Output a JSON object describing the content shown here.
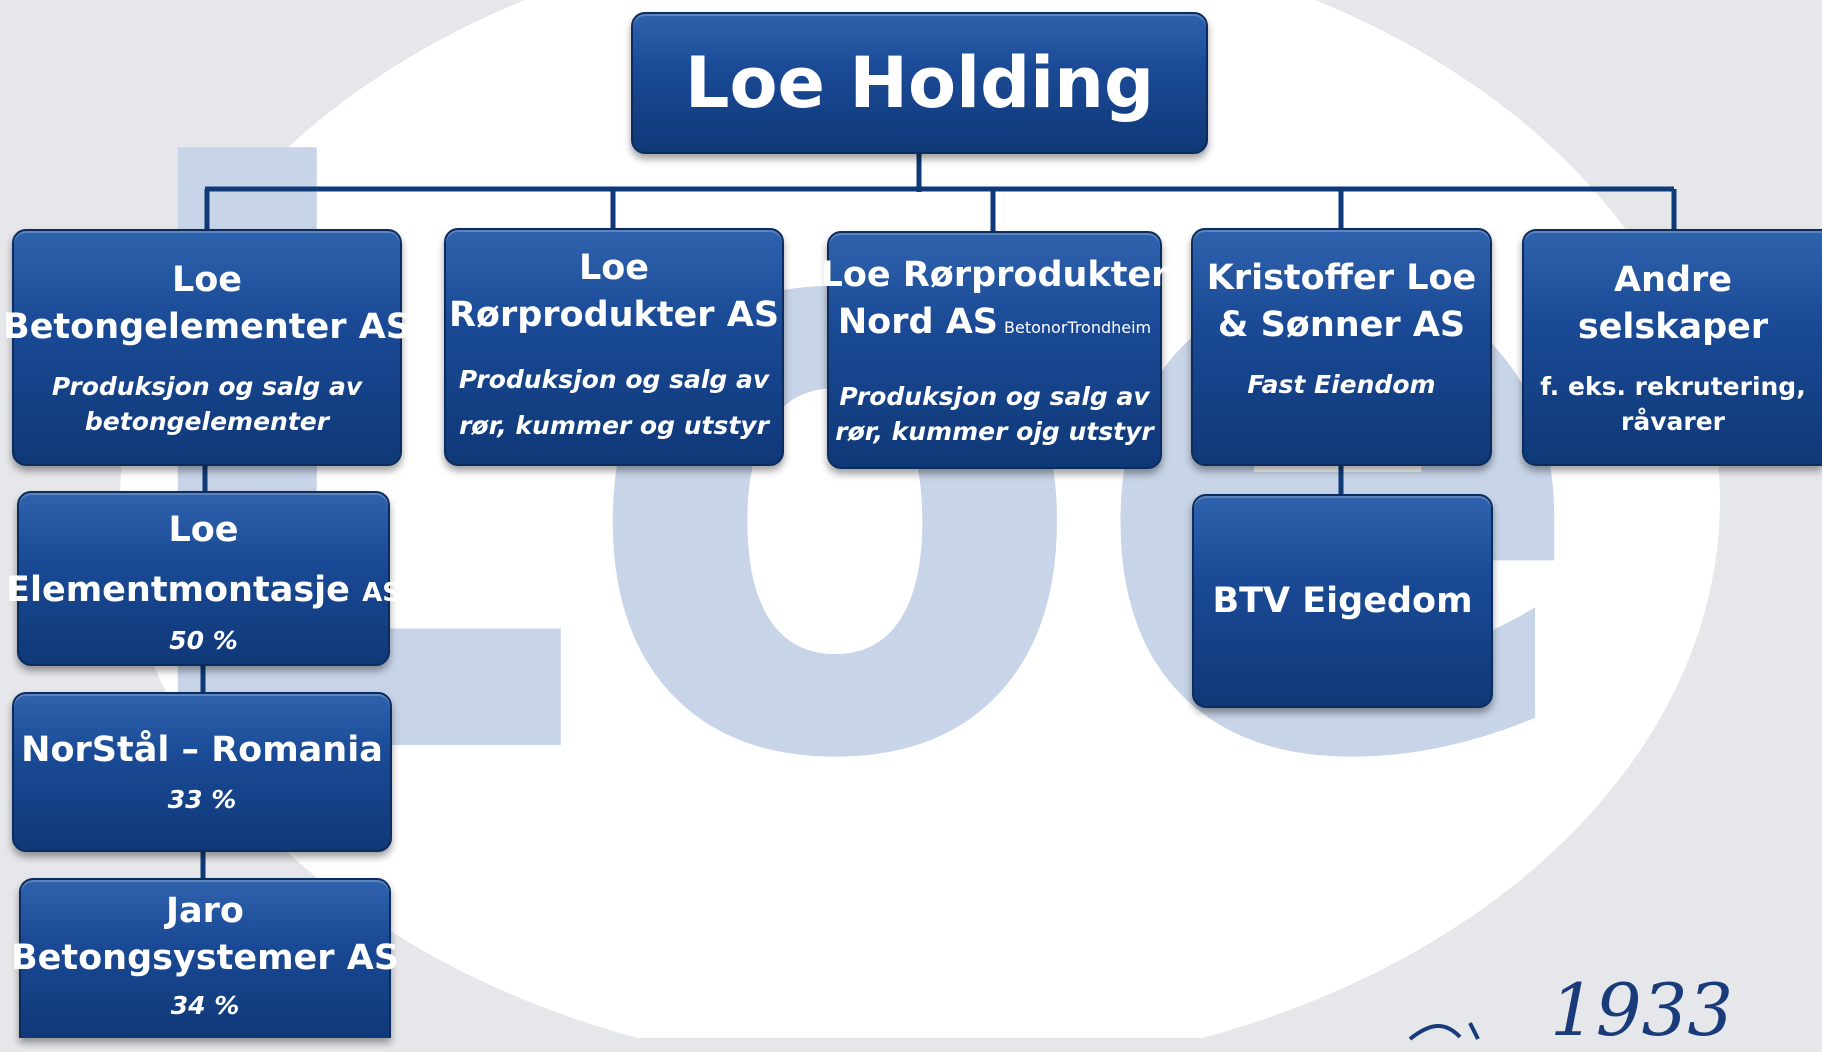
{
  "root": {
    "title": "Loe Holding"
  },
  "companies": [
    {
      "name_line1": "Loe",
      "name_line2": "Betongelementer AS",
      "desc_line1": "Produksjon og salg av",
      "desc_line2": "betongelementer"
    },
    {
      "name_line1": "Loe",
      "name_line2": "Rørprodukter AS",
      "desc_line1": "Produksjon og salg av",
      "desc_line2": "rør, kummer og utstyr"
    },
    {
      "name_line1": "Loe Rørprodukter",
      "name_line2": "Nord AS",
      "name_note": "BetonorTrondheim",
      "desc_line1": "Produksjon og salg av",
      "desc_line2": "rør, kummer ojg utstyr"
    },
    {
      "name_line1": "Kristoffer Loe",
      "name_line2": "& Sønner AS",
      "desc_line1": "Fast Eiendom"
    },
    {
      "name_line1": "Andre",
      "name_line2": "selskaper",
      "desc_line1": "f. eks. rekrutering,",
      "desc_line2": "råvarer"
    }
  ],
  "subsidiaries": [
    {
      "name_line1": "Loe",
      "name_line2a": "Elementmontasje",
      "name_line2b": "AS",
      "share": "50 %"
    },
    {
      "name_line1": "NorStål – Romania",
      "share": "33 %"
    },
    {
      "name_line1": "Jaro",
      "name_line2": "Betongsystemer AS",
      "share": "34 %"
    },
    {
      "name_line1": "BTV Eigedom"
    }
  ],
  "watermark": {
    "text": "Loe"
  },
  "signature": {
    "text": "1933"
  },
  "colors": {
    "box": "#1a4a96",
    "border": "#0c2c5e",
    "connector": "#0f3a78",
    "watermark": "#c8d4e8",
    "ellipse": "#ffffff",
    "background": "#e6e7ea"
  }
}
